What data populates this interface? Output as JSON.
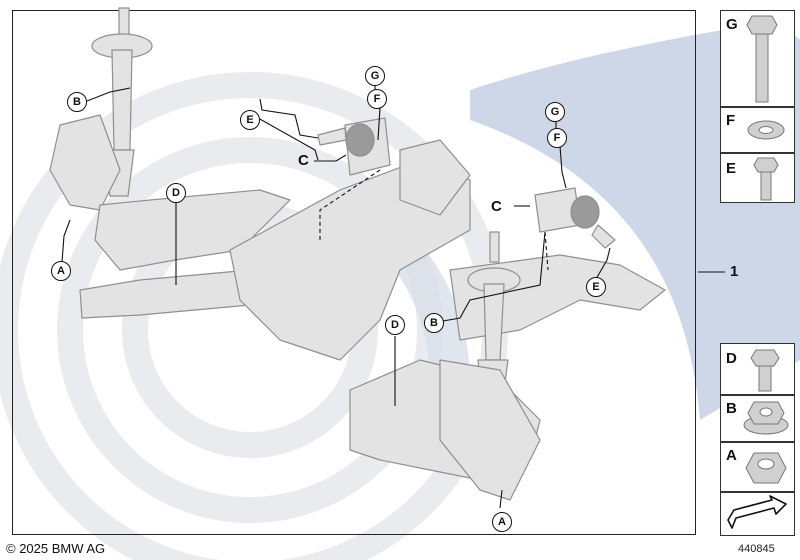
{
  "copyright": "© 2025 BMW AG",
  "document_number": "440845",
  "reference_number": "1",
  "colors": {
    "watermark": "#e9ebef",
    "watermark_blue": "#c9d3e4",
    "part_fill": "#e3e3e3",
    "part_stroke": "#8f8f8f",
    "line": "#111111"
  },
  "callouts": {
    "top_b": "B",
    "top_e": "E",
    "top_g": "G",
    "top_f": "F",
    "top_c": "C",
    "left_d": "D",
    "left_a": "A",
    "right_g": "G",
    "right_f": "F",
    "right_c": "C",
    "right_e": "E",
    "bottom_b": "B",
    "bottom_d": "D",
    "bottom_a": "A"
  },
  "parts_legend": [
    {
      "letter": "G",
      "icon": "long-hex-bolt-icon"
    },
    {
      "letter": "F",
      "icon": "washer-icon"
    },
    {
      "letter": "E",
      "icon": "short-hex-bolt-icon"
    },
    {
      "letter": "D",
      "icon": "hex-bolt-icon"
    },
    {
      "letter": "B",
      "icon": "flange-nut-icon"
    },
    {
      "letter": "A",
      "icon": "hex-nut-icon"
    }
  ],
  "nav_icon": "arrow-icon"
}
